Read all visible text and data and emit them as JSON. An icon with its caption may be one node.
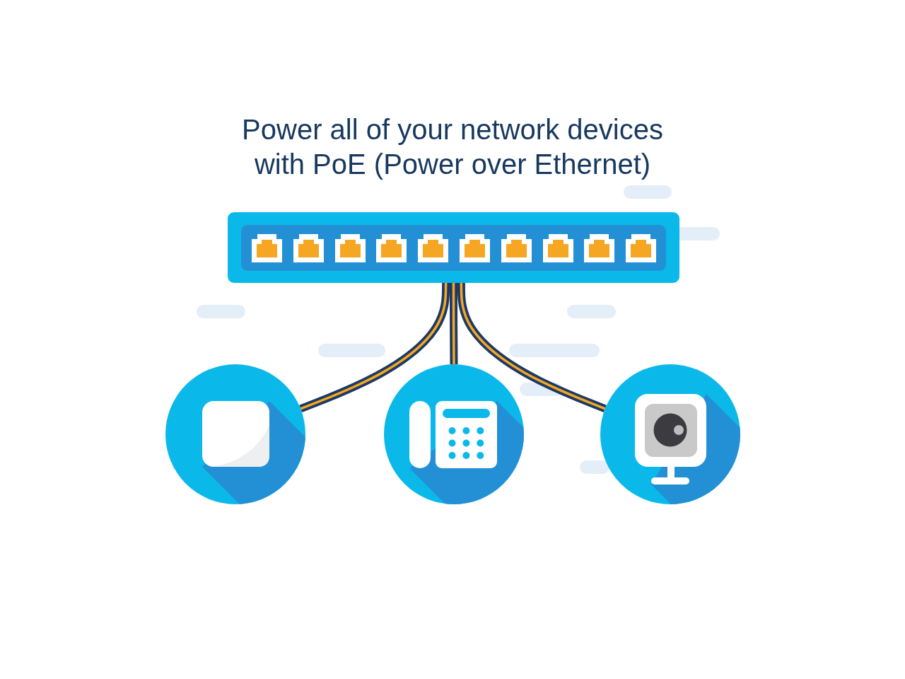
{
  "diagram": {
    "title": "Power all of your network devices with PoE (Power over Ethernet)",
    "nodes": [
      {
        "text": [],
        "shape": "box"
      },
      {
        "text": [],
        "shape": "circle"
      },
      {
        "text": [],
        "shape": "circle"
      },
      {
        "text": [],
        "shape": "circle"
      }
    ],
    "edges": [
      {
        "from": 0,
        "to": 1,
        "arrow": "none"
      },
      {
        "from": 0,
        "to": 2,
        "arrow": "none"
      },
      {
        "from": 0,
        "to": 3,
        "arrow": "none"
      }
    ]
  }
}
